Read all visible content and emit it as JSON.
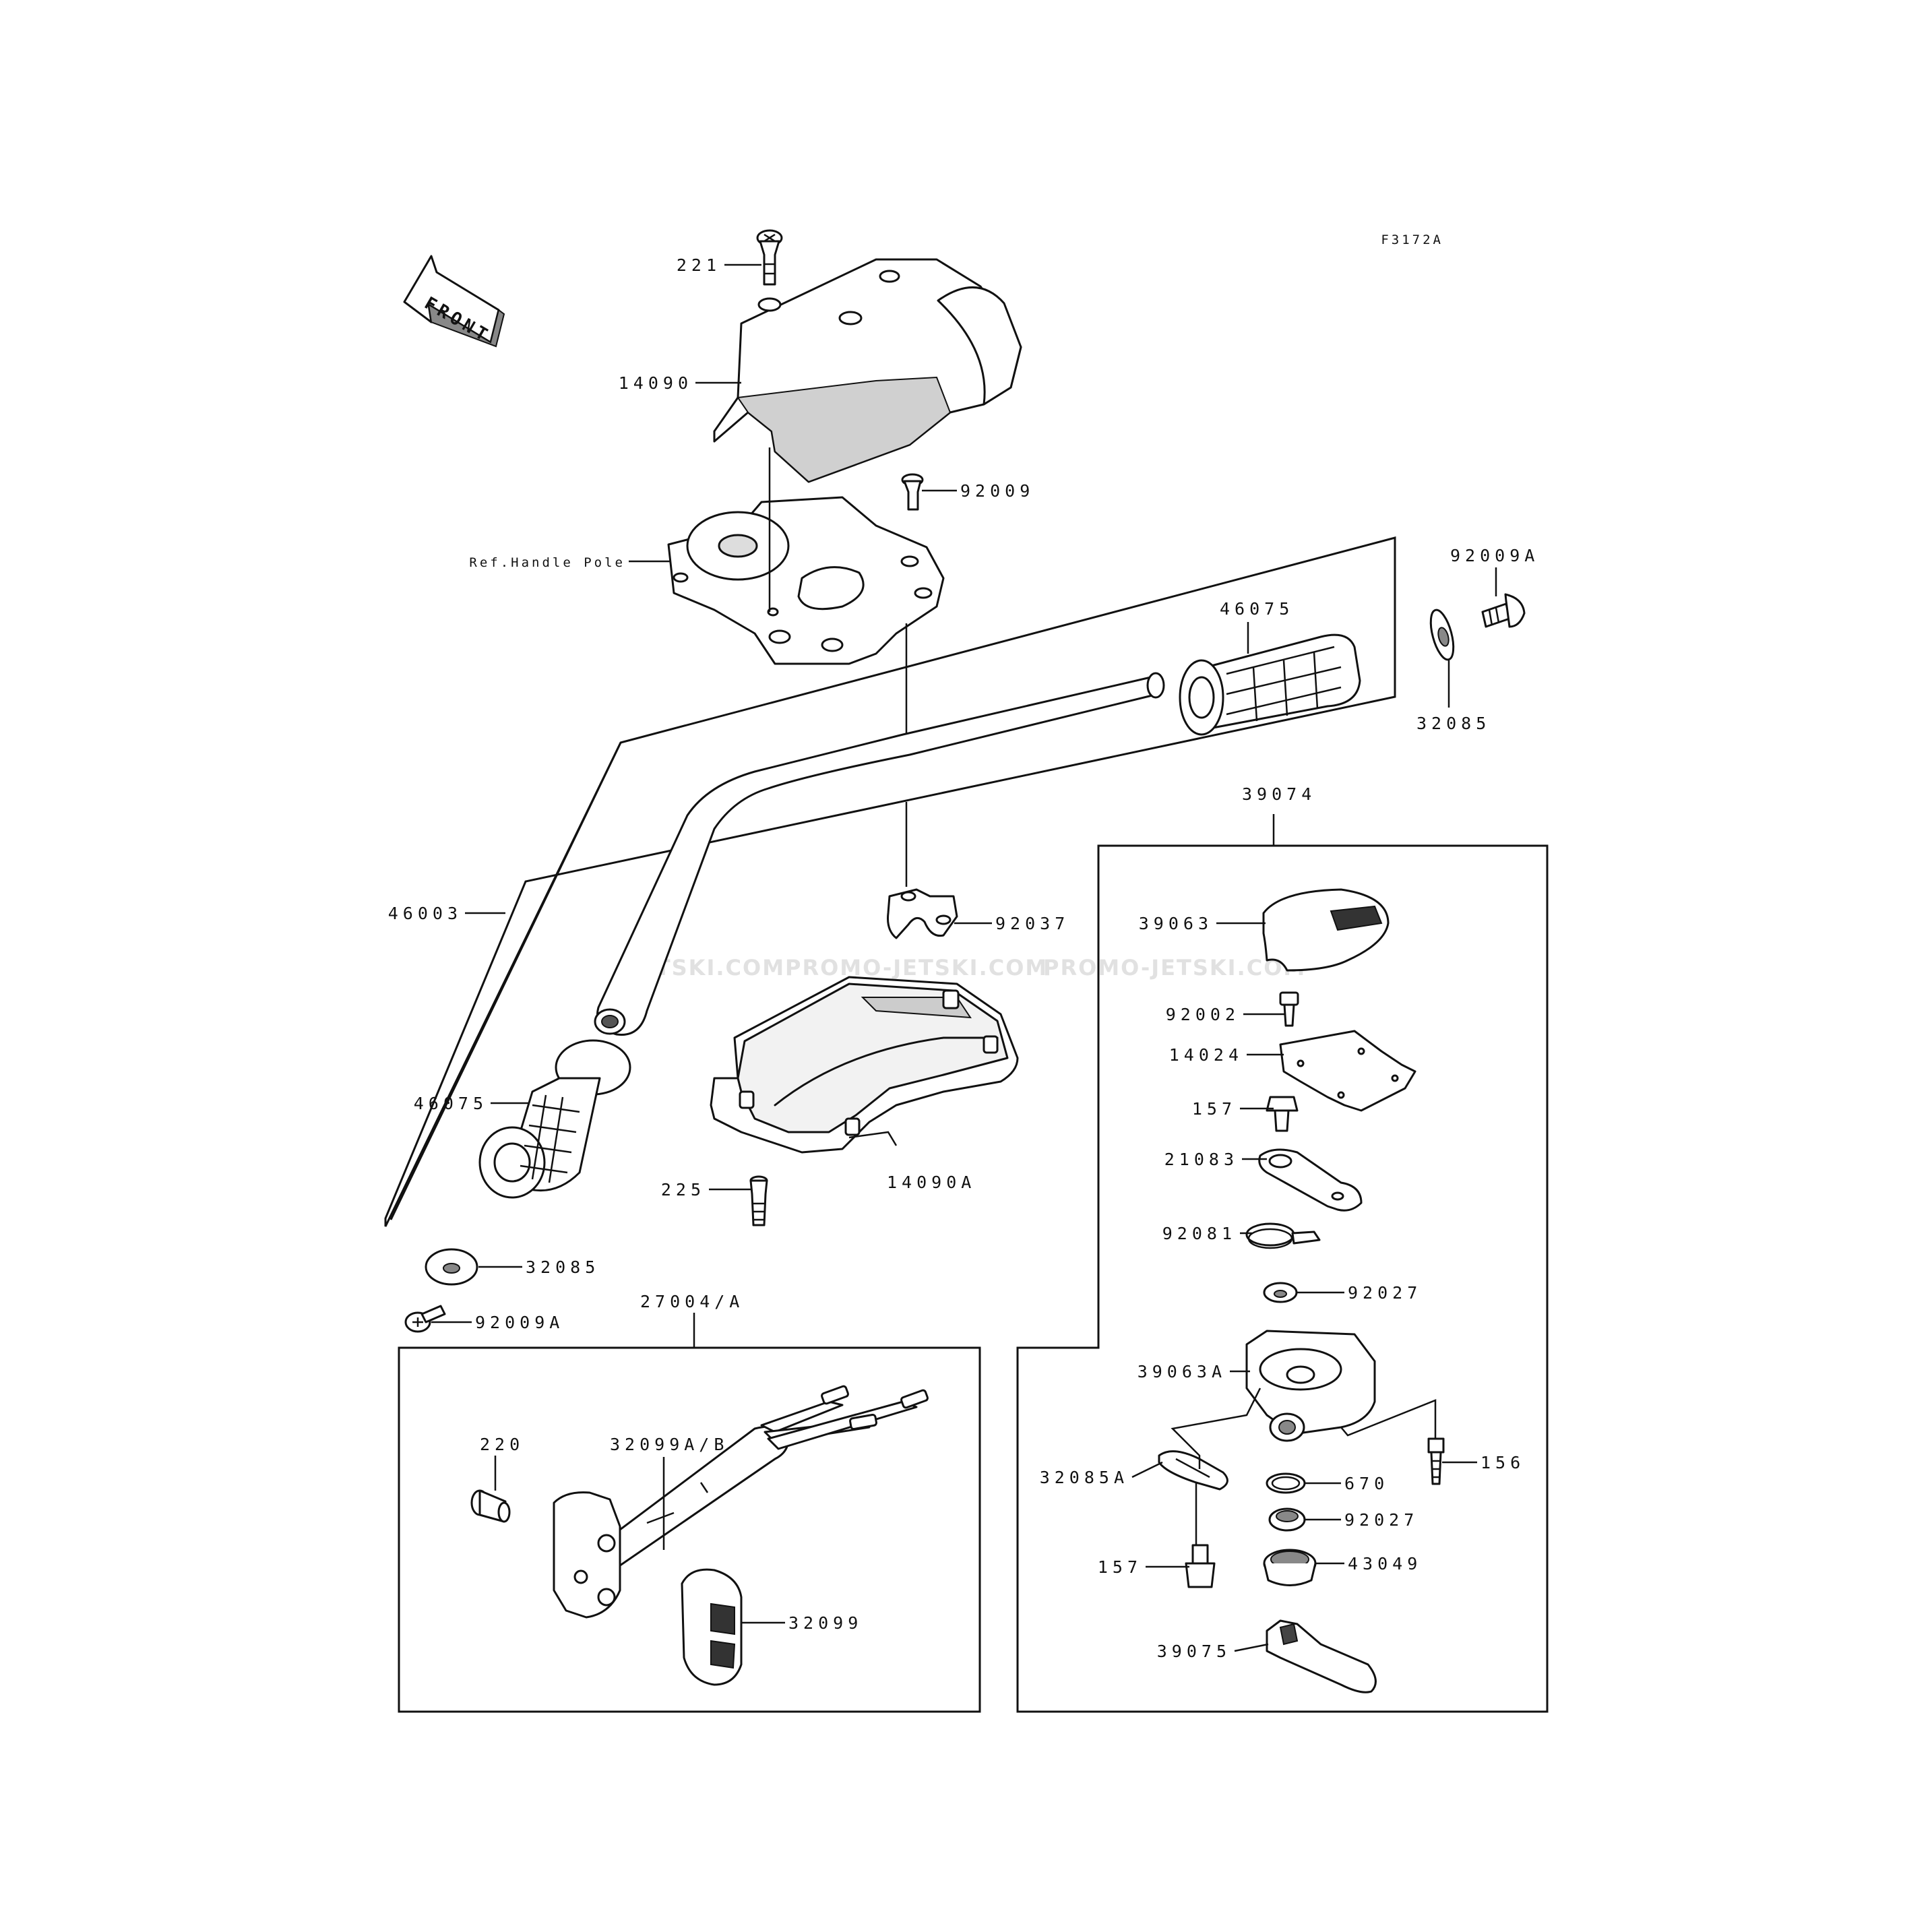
{
  "figure_code": "F3172A",
  "front_label": "FRONT",
  "reference_label": "Ref.Handle Pole",
  "watermarks": [
    "JETSKI.COM",
    "PROMO-JETSKI.COM",
    "PROMO-JETSKI.COM"
  ],
  "parts": {
    "p221": "221",
    "p14090": "14090",
    "p92009": "92009",
    "p92009A_top": "92009A",
    "p46075_top": "46075",
    "p32085_top": "32085",
    "p39074": "39074",
    "p46003": "46003",
    "p92037": "92037",
    "p39063": "39063",
    "p92002": "92002",
    "p14024": "14024",
    "p157_top": "157",
    "p21083": "21083",
    "p46075_bottom": "46075",
    "p225": "225",
    "p14090A": "14090A",
    "p92081": "92081",
    "p32085_bottom": "32085",
    "p92027_top": "92027",
    "p92009A_bottom": "92009A",
    "p27004A": "27004/A",
    "p39063A": "39063A",
    "p220": "220",
    "p32099AB": "32099A/B",
    "p156": "156",
    "p32085A": "32085A",
    "p670": "670",
    "p92027_bottom": "92027",
    "p157_bottom": "157",
    "p43049": "43049",
    "p32099": "32099",
    "p39075": "39075"
  },
  "colors": {
    "line": "#111111",
    "background": "#ffffff",
    "watermark": "#c8c8c8"
  }
}
